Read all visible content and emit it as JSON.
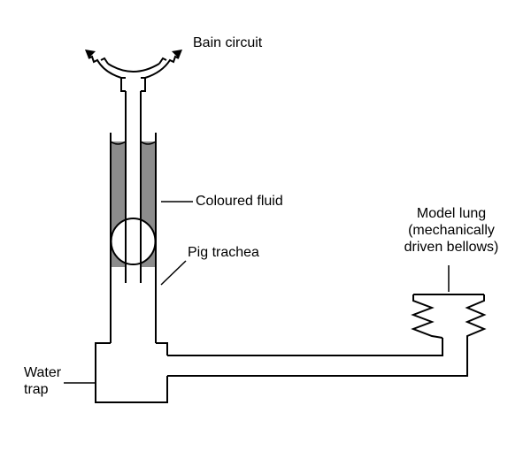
{
  "labels": {
    "bain_circuit": "Bain circuit",
    "coloured_fluid": "Coloured fluid",
    "model_lung_line1": "Model lung",
    "model_lung_line2": "(mechanically",
    "model_lung_line3": "driven bellows)",
    "pig_trachea": "Pig trachea",
    "water_trap_line1": "Water",
    "water_trap_line2": "trap"
  },
  "colors": {
    "line": "#000000",
    "fluid": "#8c8c8c",
    "background": "#ffffff"
  }
}
